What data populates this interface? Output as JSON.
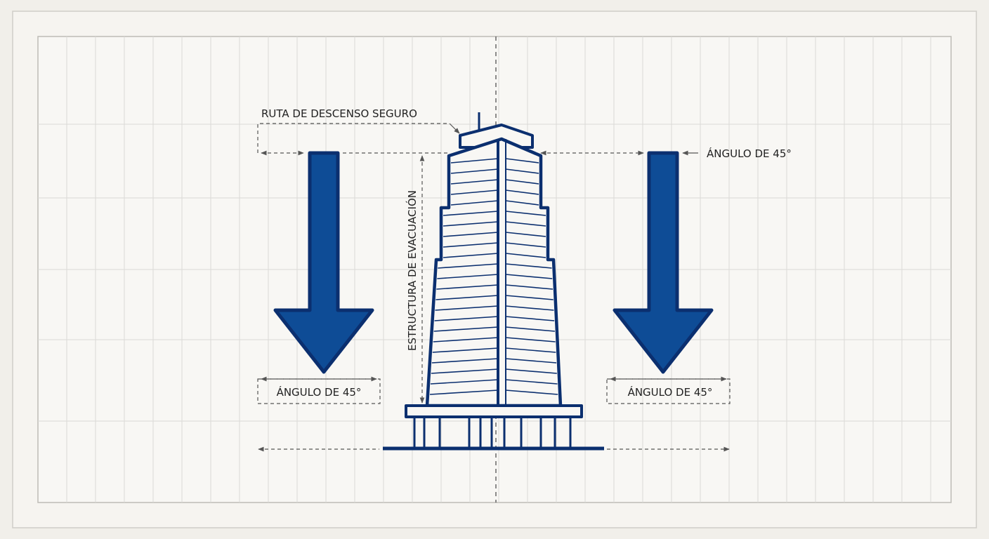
{
  "labels": {
    "route": "RUTA DE DESCENSO SEGURO",
    "angle_top_right": "ÁNGULO DE 45°",
    "angle_bottom_left": "ÁNGULO DE 45°",
    "angle_bottom_right": "ÁNGULO DE 45°",
    "structure": "ESTRUCTURA DE EVACUACIÓN"
  },
  "colors": {
    "paper": "#f1efea",
    "grid": "#d9d9d6",
    "blue": "#0e4c96",
    "navy": "#0b2f6f",
    "dim": "#555555"
  },
  "icons": {
    "left_arrow": "down-arrow-icon",
    "right_arrow": "down-arrow-icon",
    "building": "skyscraper-icon"
  }
}
